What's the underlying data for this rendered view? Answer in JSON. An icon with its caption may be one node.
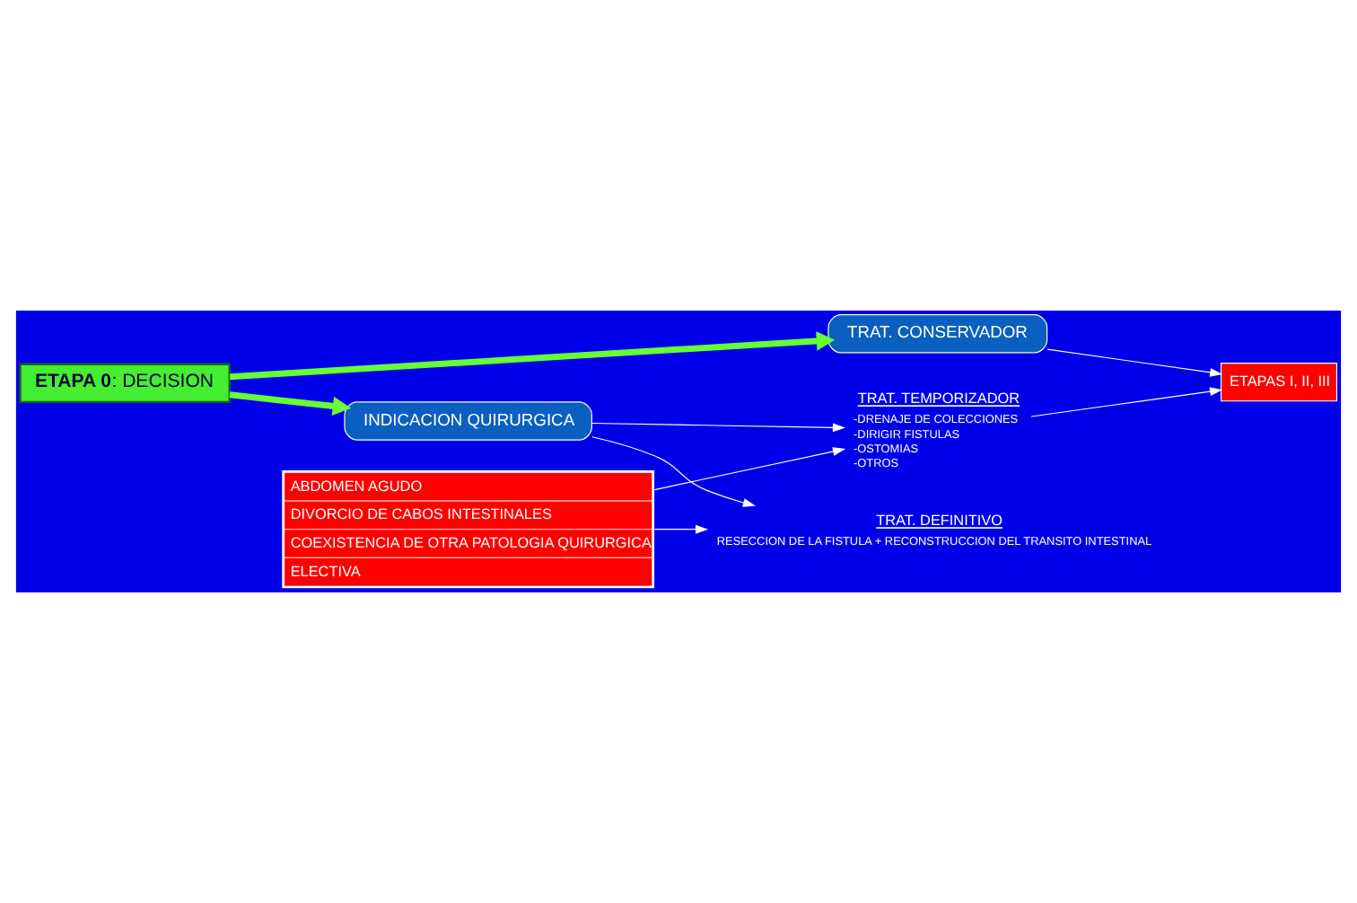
{
  "diagram": {
    "nodes": [
      {
        "text": [
          "**ETAPA 0**: DECISION"
        ]
      },
      {
        "text": [
          "TRAT. CONSERVADOR"
        ]
      },
      {
        "text": [
          "INDICACION QUIRURGICA"
        ]
      },
      {
        "text": [
          "ETAPAS I, II, III"
        ]
      },
      {
        "text": [
          "ABDOMEN AGUDO",
          "DIVORCIO DE CABOS INTESTINALES",
          "COEXISTENCIA DE OTRA PATOLOGIA QUIRURGICA",
          "ELECTIVA"
        ]
      },
      {
        "text": [
          "TRAT. DEFINITIVO",
          "RESECCION DE LA FISTULA + RECONSTRUCCION DEL TRANSITO INTESTINAL"
        ]
      },
      {
        "text": [
          "TRAT. TEMPORIZADOR",
          "-DRENAJE DE COLECCIONES",
          "-DIRIGIR FISTULAS",
          "-OSTOMIAS",
          "-OTROS"
        ]
      }
    ],
    "edges": [
      {
        "from": 0,
        "to": 1,
        "arrow": "to",
        "style": "thick",
        "color": "#66ff33"
      },
      {
        "from": 0,
        "to": 2,
        "arrow": "to",
        "style": "thick",
        "color": "#66ff33"
      },
      {
        "from": 1,
        "to": 3,
        "arrow": "to"
      },
      {
        "from": 2,
        "to": 5,
        "arrow": "to"
      },
      {
        "from": 2,
        "to": 6,
        "arrow": "to"
      },
      {
        "from": 4,
        "to": 5,
        "arrow": "to"
      },
      {
        "from": 4,
        "to": 6,
        "arrow": "to"
      },
      {
        "from": 6,
        "to": 3,
        "arrow": "to"
      }
    ]
  }
}
